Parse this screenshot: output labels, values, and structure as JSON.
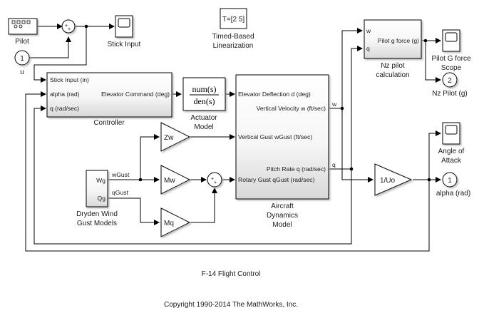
{
  "model": {
    "title": "F-14 Flight Control",
    "copyright": "Copyright 1990-2014 The MathWorks, Inc."
  },
  "blocks": {
    "pilot": {
      "label": "Pilot"
    },
    "inport_u": {
      "number": "1",
      "label": "u"
    },
    "sum_pilot": {
      "signs": "++"
    },
    "stick_scope": {
      "label": "Stick Input"
    },
    "timed_lin": {
      "text": "T=[2 5]",
      "label_line1": "Timed-Based",
      "label_line2": "Linearization"
    },
    "controller": {
      "label": "Controller",
      "inputs": [
        "Stick Input (in)",
        "alpha (rad)",
        "q (rad/sec)"
      ],
      "output": "Elevator Command (deg)"
    },
    "actuator": {
      "numerator": "num(s)",
      "denominator": "den(s)",
      "label_line1": "Actuator",
      "label_line2": "Model"
    },
    "aircraft": {
      "label_line1": "Aircraft",
      "label_line2": "Dynamics",
      "label_line3": "Model",
      "inputs": [
        "Elevator Deflection d (deg)",
        "Vertical Gust wGust (ft/sec)",
        "Rotary Gust qGust (rad/sec)"
      ],
      "outputs": [
        "Vertical Velocity w (ft/sec)",
        "Pitch Rate q (rad/sec)"
      ]
    },
    "gain_zw": {
      "text": "Zw"
    },
    "gain_mw": {
      "text": "Mw"
    },
    "gain_mq": {
      "text": "Mq"
    },
    "sum_gust": {
      "signs": "++"
    },
    "dryden": {
      "label_line1": "Dryden Wind",
      "label_line2": "Gust Models",
      "outputs": [
        "Wg",
        "Qg"
      ]
    },
    "nz_calc": {
      "label_line1": "Nz pilot",
      "label_line2": "calculation",
      "inputs": [
        "w",
        "q"
      ],
      "output": "Pilot g force (g)"
    },
    "g_scope": {
      "label_line1": "Pilot G force",
      "label_line2": "Scope"
    },
    "outport_nz": {
      "number": "2",
      "label": "Nz Pilot (g)"
    },
    "gain_uo": {
      "text": "1/Uo"
    },
    "aoa_scope": {
      "label_line1": "Angle of",
      "label_line2": "Attack"
    },
    "outport_alpha": {
      "number": "1",
      "label": "alpha (rad)"
    }
  },
  "signals": {
    "w": "w",
    "q": "q",
    "wGust": "wGust",
    "qGust": "qGust"
  },
  "colors": {
    "line": "#000000",
    "block_fill_top": "#ffffff",
    "block_fill_bottom": "#d9d9d9",
    "shadow": "#b3b3b3"
  }
}
